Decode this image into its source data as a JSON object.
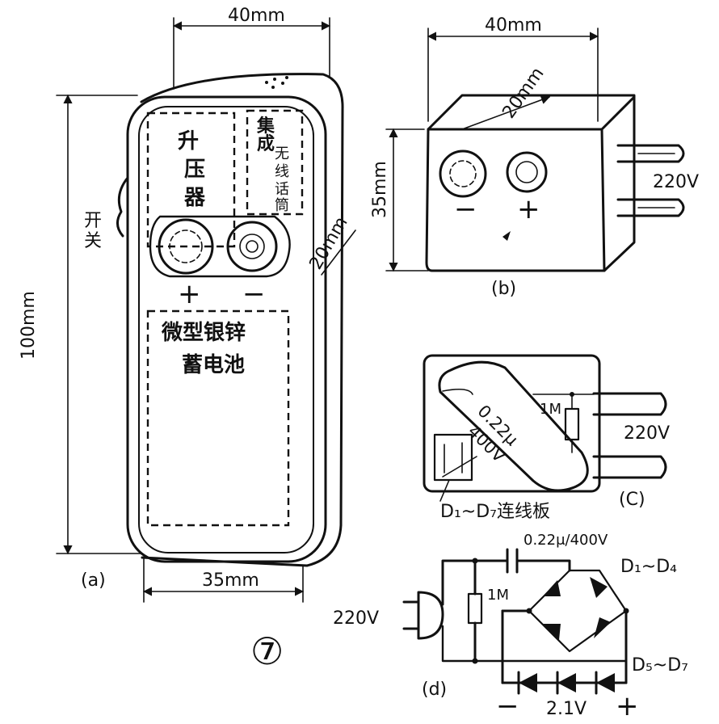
{
  "figure_a": {
    "dim_top": "40mm",
    "dim_bottom": "35mm",
    "dim_left": "100mm",
    "dim_depth": "20mm",
    "transformer": [
      "升",
      "压",
      "器"
    ],
    "wireless_mic": [
      "集",
      "成",
      "无",
      "线",
      "话",
      "筒"
    ],
    "switch": [
      "开",
      "关"
    ],
    "battery_line1": "微型银锌",
    "battery_line2": "蓄电池",
    "plus": "+",
    "minus": "−",
    "caption": "(a)"
  },
  "figure_b": {
    "dim_top": "40mm",
    "dim_depth": "20mm",
    "dim_left": "35mm",
    "voltage": "220V",
    "minus": "−",
    "plus": "+",
    "caption": "(b)"
  },
  "figure_c": {
    "cap_value": "0.22μ",
    "cap_voltage": "400V",
    "resistor": "1M",
    "voltage": "220V",
    "board": "D₁~D₇连线板",
    "caption": "(C)"
  },
  "figure_d": {
    "cap_label": "0.22μ/400V",
    "bridge": "D₁~D₄",
    "resistor": "1M",
    "input": "220V",
    "zener": "D₅~D₇",
    "output": "2.1V",
    "minus": "−",
    "plus": "+",
    "caption": "(d)"
  },
  "figure_number": "⑦"
}
